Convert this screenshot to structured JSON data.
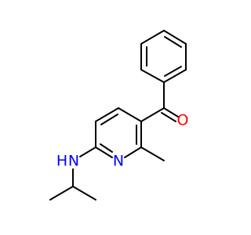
{
  "molecule": {
    "atoms": {
      "oxygen": {
        "label": "O",
        "color": "#ff0000"
      },
      "ring_nitrogen": {
        "label": "N",
        "color": "#0000ff"
      },
      "amine_nitrogen": {
        "label": "N",
        "color": "#0000ff"
      },
      "amine_hydrogen": {
        "label": "H",
        "color": "#0000ff"
      }
    }
  }
}
